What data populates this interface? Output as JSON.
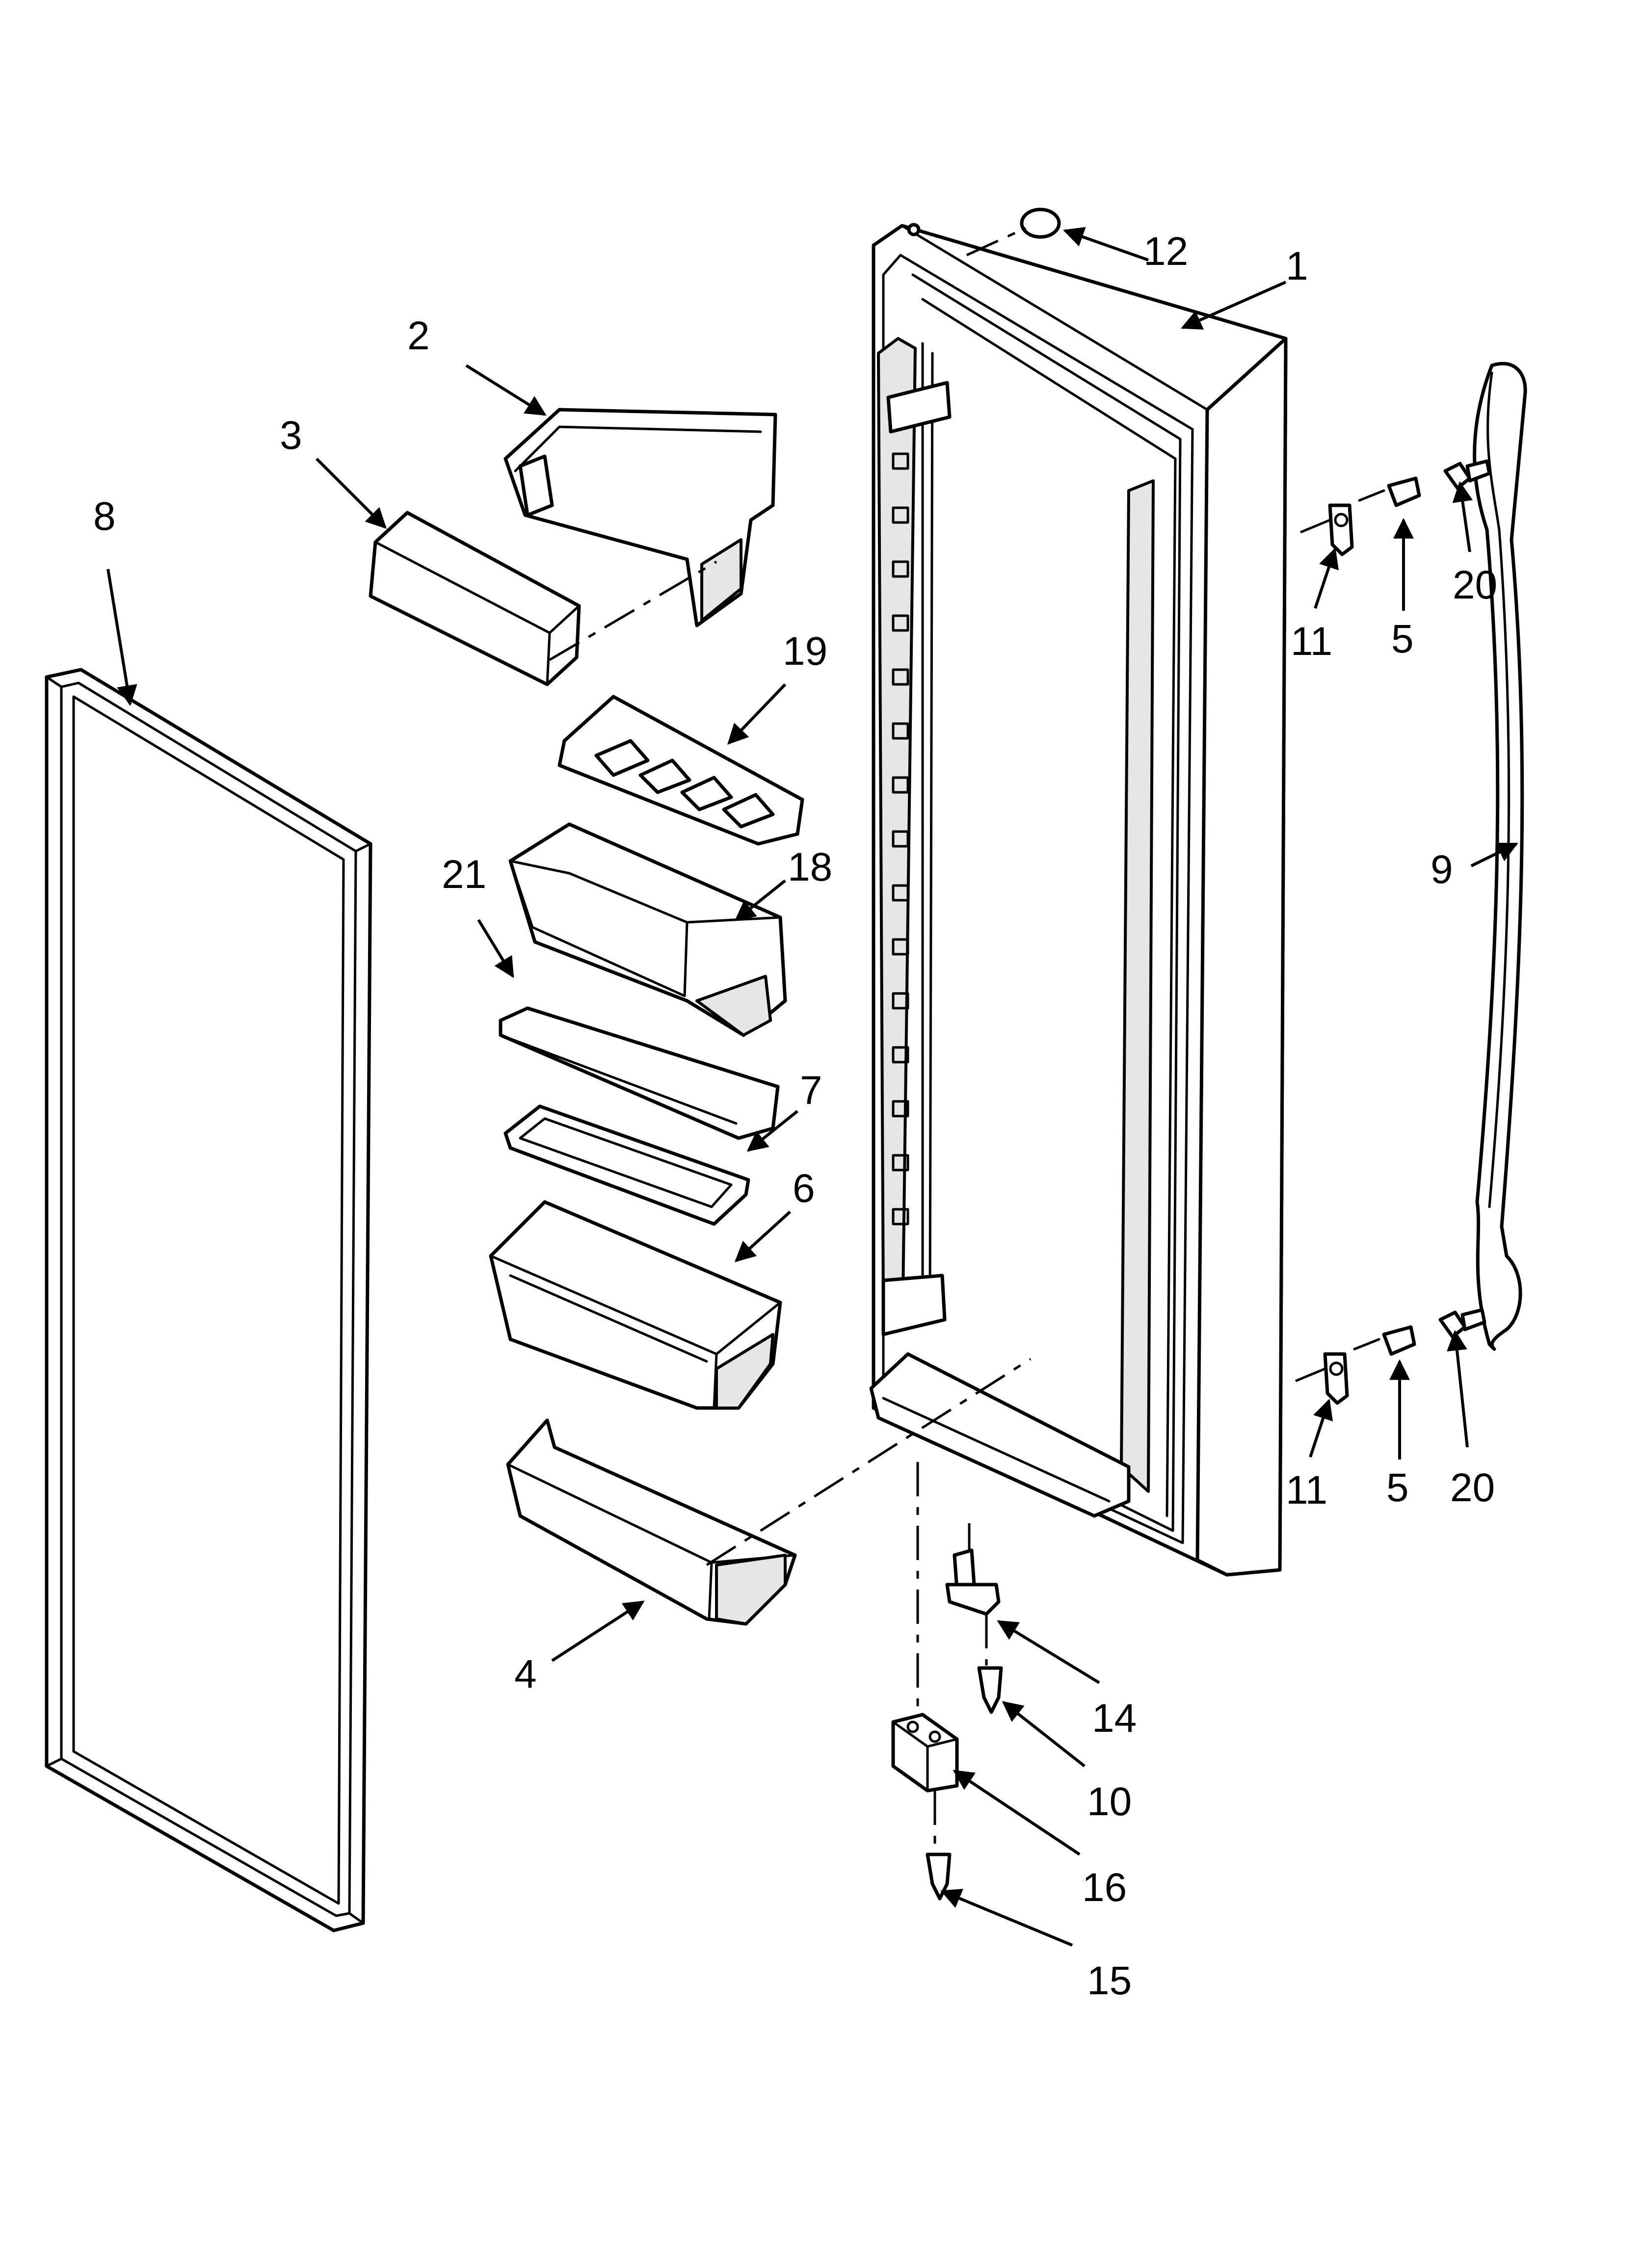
{
  "callouts": {
    "c1": "1",
    "c2": "2",
    "c3": "3",
    "c4": "4",
    "c5a": "5",
    "c5b": "5",
    "c6": "6",
    "c7": "7",
    "c8": "8",
    "c9": "9",
    "c10": "10",
    "c11a": "11",
    "c11b": "11",
    "c12": "12",
    "c14": "14",
    "c15": "15",
    "c16": "16",
    "c18": "18",
    "c19": "19",
    "c20a": "20",
    "c20b": "20",
    "c21": "21"
  },
  "colors": {
    "line": "#000000",
    "background": "#ffffff"
  }
}
